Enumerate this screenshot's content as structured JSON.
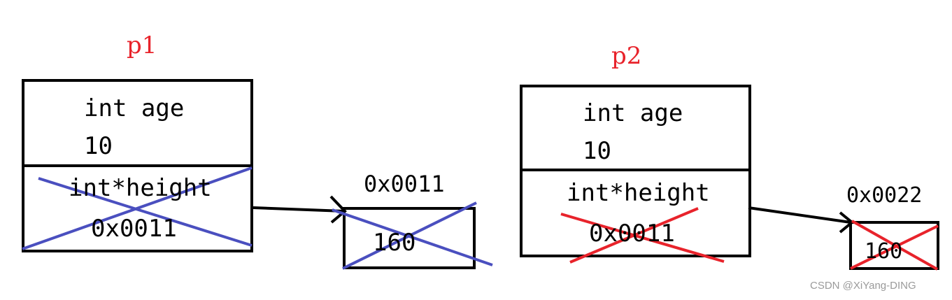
{
  "objects": [
    {
      "title": "p1",
      "field1_label": "int age",
      "field1_value": "10",
      "field2_label": "int*height",
      "field2_value": "0x0011"
    },
    {
      "title": "p2",
      "field1_label": "int age",
      "field1_value": "10",
      "field2_label": "int*height",
      "field2_value": "0x0011"
    }
  ],
  "heap_blocks": [
    {
      "address": "0x0011",
      "value": "160"
    },
    {
      "address": "0x0022",
      "value": "160"
    }
  ],
  "colors": {
    "title": "#e8232b",
    "cross_blue": "#4a4fbf",
    "cross_red": "#e8232b",
    "box": "#000000"
  },
  "watermark": "CSDN @XiYang-DING"
}
